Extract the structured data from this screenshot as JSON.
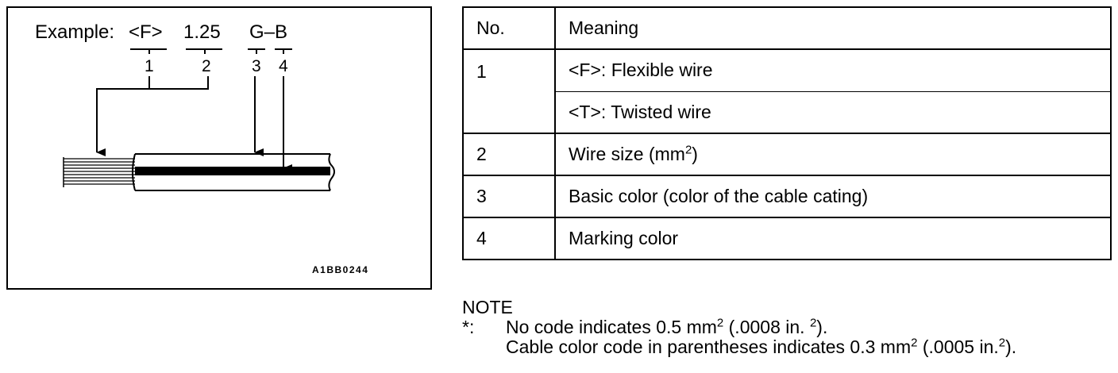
{
  "diagram": {
    "example_label": "Example:",
    "code_f": "<F>",
    "code_size": "1.25",
    "code_colors": "G–B",
    "callouts": [
      "1",
      "2",
      "3",
      "4"
    ],
    "figure_code": "A1BB0244"
  },
  "table": {
    "header_no": "No.",
    "header_meaning": "Meaning",
    "rows": [
      {
        "no": "1",
        "meaning": "<F>: Flexible wire"
      },
      {
        "no": "",
        "meaning": "<T>: Twisted wire"
      },
      {
        "no": "2",
        "meaning": "Wire size (mm",
        "sup": "2",
        "suffix": ")"
      },
      {
        "no": "3",
        "meaning": "Basic color (color of the cable cating)"
      },
      {
        "no": "4",
        "meaning": "Marking color"
      }
    ]
  },
  "note": {
    "title": "NOTE",
    "mark": "*:",
    "line1_a": "No code indicates 0.5 mm",
    "line1_sup": "2",
    "line1_b": " (.0008 in. ",
    "line1_sup2": "2",
    "line1_c": ").",
    "line2_a": "Cable color code in parentheses indicates 0.3 mm",
    "line2_sup": "2",
    "line2_b": " (.0005 in.",
    "line2_sup2": "2",
    "line2_c": ")."
  }
}
